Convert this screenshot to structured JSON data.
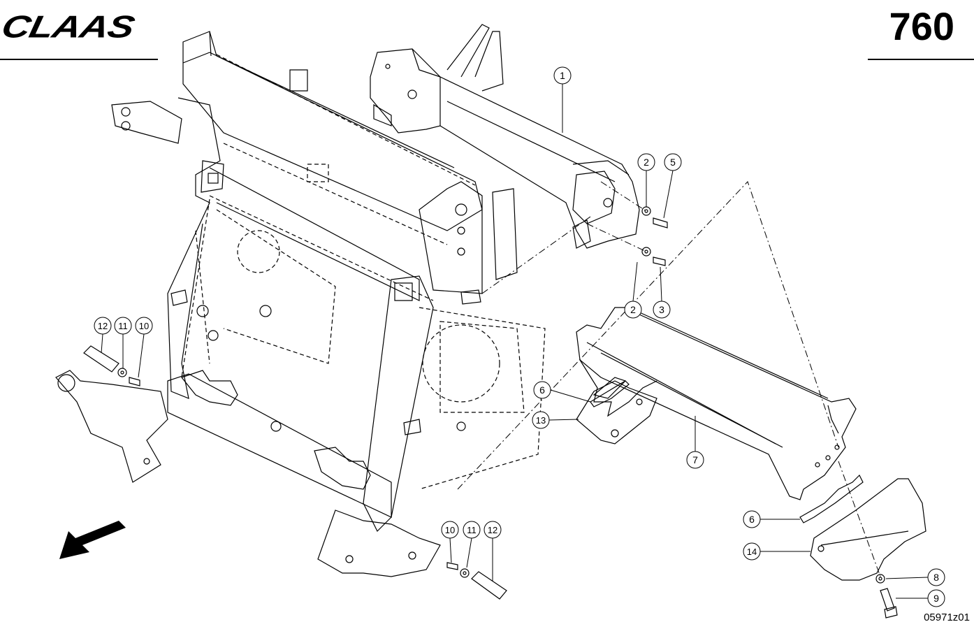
{
  "header": {
    "brand": "CLAAS",
    "page_number": "760"
  },
  "footer": {
    "drawing_number": "05971z01"
  },
  "callouts": [
    {
      "id": "c1",
      "label": "1"
    },
    {
      "id": "c2a",
      "label": "2"
    },
    {
      "id": "c5",
      "label": "5"
    },
    {
      "id": "c2b",
      "label": "2"
    },
    {
      "id": "c3",
      "label": "3"
    },
    {
      "id": "c12a",
      "label": "12"
    },
    {
      "id": "c11a",
      "label": "11"
    },
    {
      "id": "c10a",
      "label": "10"
    },
    {
      "id": "c6a",
      "label": "6"
    },
    {
      "id": "c13",
      "label": "13"
    },
    {
      "id": "c7",
      "label": "7"
    },
    {
      "id": "c6b",
      "label": "6"
    },
    {
      "id": "c14",
      "label": "14"
    },
    {
      "id": "c8",
      "label": "8"
    },
    {
      "id": "c9",
      "label": "9"
    },
    {
      "id": "c10b",
      "label": "10"
    },
    {
      "id": "c11b",
      "label": "11"
    },
    {
      "id": "c12b",
      "label": "12"
    }
  ]
}
